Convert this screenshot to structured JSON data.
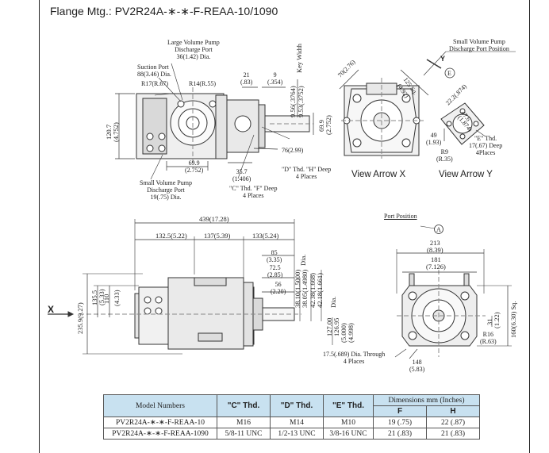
{
  "title": "Flange Mtg.: PV2R24A-∗-∗-F-REAA-10/1090",
  "top_view": {
    "large_port": [
      "Large Volume Pump",
      "Discharge Port",
      "36(1.42) Dia."
    ],
    "suction_port": [
      "Suction Port",
      "88(3.46) Dia."
    ],
    "r17": "R17(R.67)",
    "r14": "R14(R.55)",
    "dim21": [
      "21",
      "(.83)"
    ],
    "dim9": [
      "9",
      "(.354)"
    ],
    "key_width": "Key Width",
    "kw1": "9.56(.3764)",
    "kw2": "9.53(.3752)",
    "h120": [
      "120.7",
      "(4.752)"
    ],
    "h69v": [
      "69.9",
      "(2.752)"
    ],
    "dim76": "76(2.99)",
    "w69": [
      "69.9",
      "(2.752)"
    ],
    "dim35": [
      "35.7",
      "(1.406)"
    ],
    "d_thd": [
      "\"D\" Thd. \"H\" Deep",
      "4 Places"
    ],
    "c_thd": [
      "\"C\" Thd. \"F\" Deep",
      "4 Places"
    ],
    "small_port": [
      "Small Volume Pump",
      "Discharge Port",
      "19(.75) Dia."
    ]
  },
  "view_x": {
    "label": "View Arrow X",
    "d70": "70(2.76)",
    "d125": "125",
    "d125b": "(4.92)",
    "sq": "Sq."
  },
  "view_y": {
    "label": "View Arrow Y",
    "small_port": [
      "Small Volume Pump",
      "Discharge Port Position"
    ],
    "y": "Y",
    "e": "E",
    "d22": "22.2(.874)",
    "d47": "47.6",
    "d47b": "(1.874)",
    "d49": [
      "49",
      "(1.93)"
    ],
    "r9": [
      "R9",
      "(R.35)"
    ],
    "e_thd": [
      "\"E\" Thd.",
      "17(.67) Deep",
      "4Places"
    ]
  },
  "side_view": {
    "d439": "439(17.28)",
    "d132": "132.5(5.22)",
    "d137": "137(5.39)",
    "d133": "133(5.24)",
    "d85": [
      "85",
      "(3.35)"
    ],
    "d72": [
      "72.5",
      "(2.85)"
    ],
    "d56": [
      "56",
      "(2.20)"
    ],
    "s1": "38.10(1.5000)",
    "s2": "38.05(1.4980)",
    "dia": "Dia.",
    "s3": "42.38(1.668)",
    "s4": "42.18(1.661)",
    "s5": "127.00",
    "s6": "126.95",
    "s7": "(5.000)",
    "s8": "(4.998)",
    "v235": "235.9(9.27)",
    "v135": "135.5",
    "v135b": "(5.33)",
    "v110": "110",
    "v110b": "(4.33)",
    "x": "X"
  },
  "end_view": {
    "port_position": "Port Position",
    "a": "A",
    "d213": [
      "213",
      "(8.39)"
    ],
    "d181": [
      "181",
      "(7.126)"
    ],
    "d160": "160(6.30) Sq.",
    "d31": "31",
    "d31b": "(1.22)",
    "r16": [
      "R16",
      "(R.63)"
    ],
    "d17": [
      "17.5(.689) Dia. Through",
      "4 Places"
    ],
    "d148": [
      "148",
      "(5.83)"
    ]
  },
  "table": {
    "headers": {
      "model": "Model Numbers",
      "c": "\"C\" Thd.",
      "d": "\"D\" Thd.",
      "e": "\"E\" Thd.",
      "dims": "Dimensions mm (Inches)",
      "f": "F",
      "h": "H"
    },
    "rows": [
      {
        "model": "PV2R24A-∗-∗-F-REAA-10",
        "c": "M16",
        "d": "M14",
        "e": "M10",
        "f": "19 (.75)",
        "h": "22 (.87)"
      },
      {
        "model": "PV2R24A-∗-∗-F-REAA-1090",
        "c": "5/8-11 UNC",
        "d": "1/2-13 UNC",
        "e": "3/8-16 UNC",
        "f": "21 (.83)",
        "h": "21 (.83)"
      }
    ]
  }
}
